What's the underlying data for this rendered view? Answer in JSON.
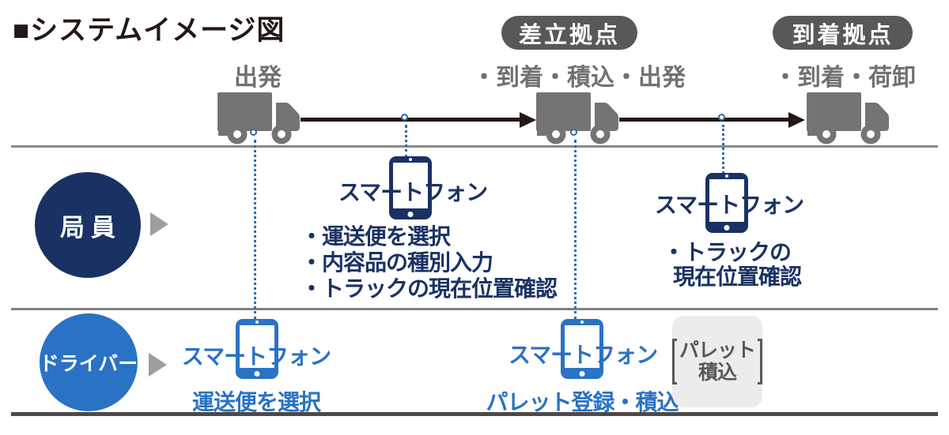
{
  "title": "■システムイメージ図",
  "stages": [
    {
      "badge": "",
      "label": "出発"
    },
    {
      "badge": "差立拠点",
      "label": "・到着・積込・出発"
    },
    {
      "badge": "到着拠点",
      "label": "・到着・荷卸"
    }
  ],
  "lanes": {
    "staff": {
      "label": "局員"
    },
    "driver": {
      "label": "ドライバー"
    }
  },
  "phones": [
    {
      "owner": "staff",
      "label": "スマートフォン",
      "tasks": [
        "・運送便を選択",
        "・内容品の種別入力",
        "・トラックの現在位置確認"
      ]
    },
    {
      "owner": "staff",
      "label": "スマートフォン",
      "tasks": [
        "・トラックの",
        "現在位置確認"
      ]
    },
    {
      "owner": "driver",
      "label": "スマートフォン",
      "tasks": [
        "運送便を選択"
      ]
    },
    {
      "owner": "driver",
      "label": "スマートフォン",
      "tasks": [
        "パレット登録・積込"
      ]
    }
  ],
  "side_note": {
    "lines": [
      "パレット",
      "積込"
    ]
  },
  "colors": {
    "ink": "#231815",
    "navy": "#1a3263",
    "blue": "#2a72c4",
    "gray": "#757374",
    "gray-text": "#727171",
    "badge-gray": "#595757",
    "box-gray": "#ececec",
    "dot-blue": "#2e6cab",
    "line-gray": "#8a8a8a",
    "bottom-line": "#4c4948",
    "tri-gray": "#9e9e9f"
  }
}
